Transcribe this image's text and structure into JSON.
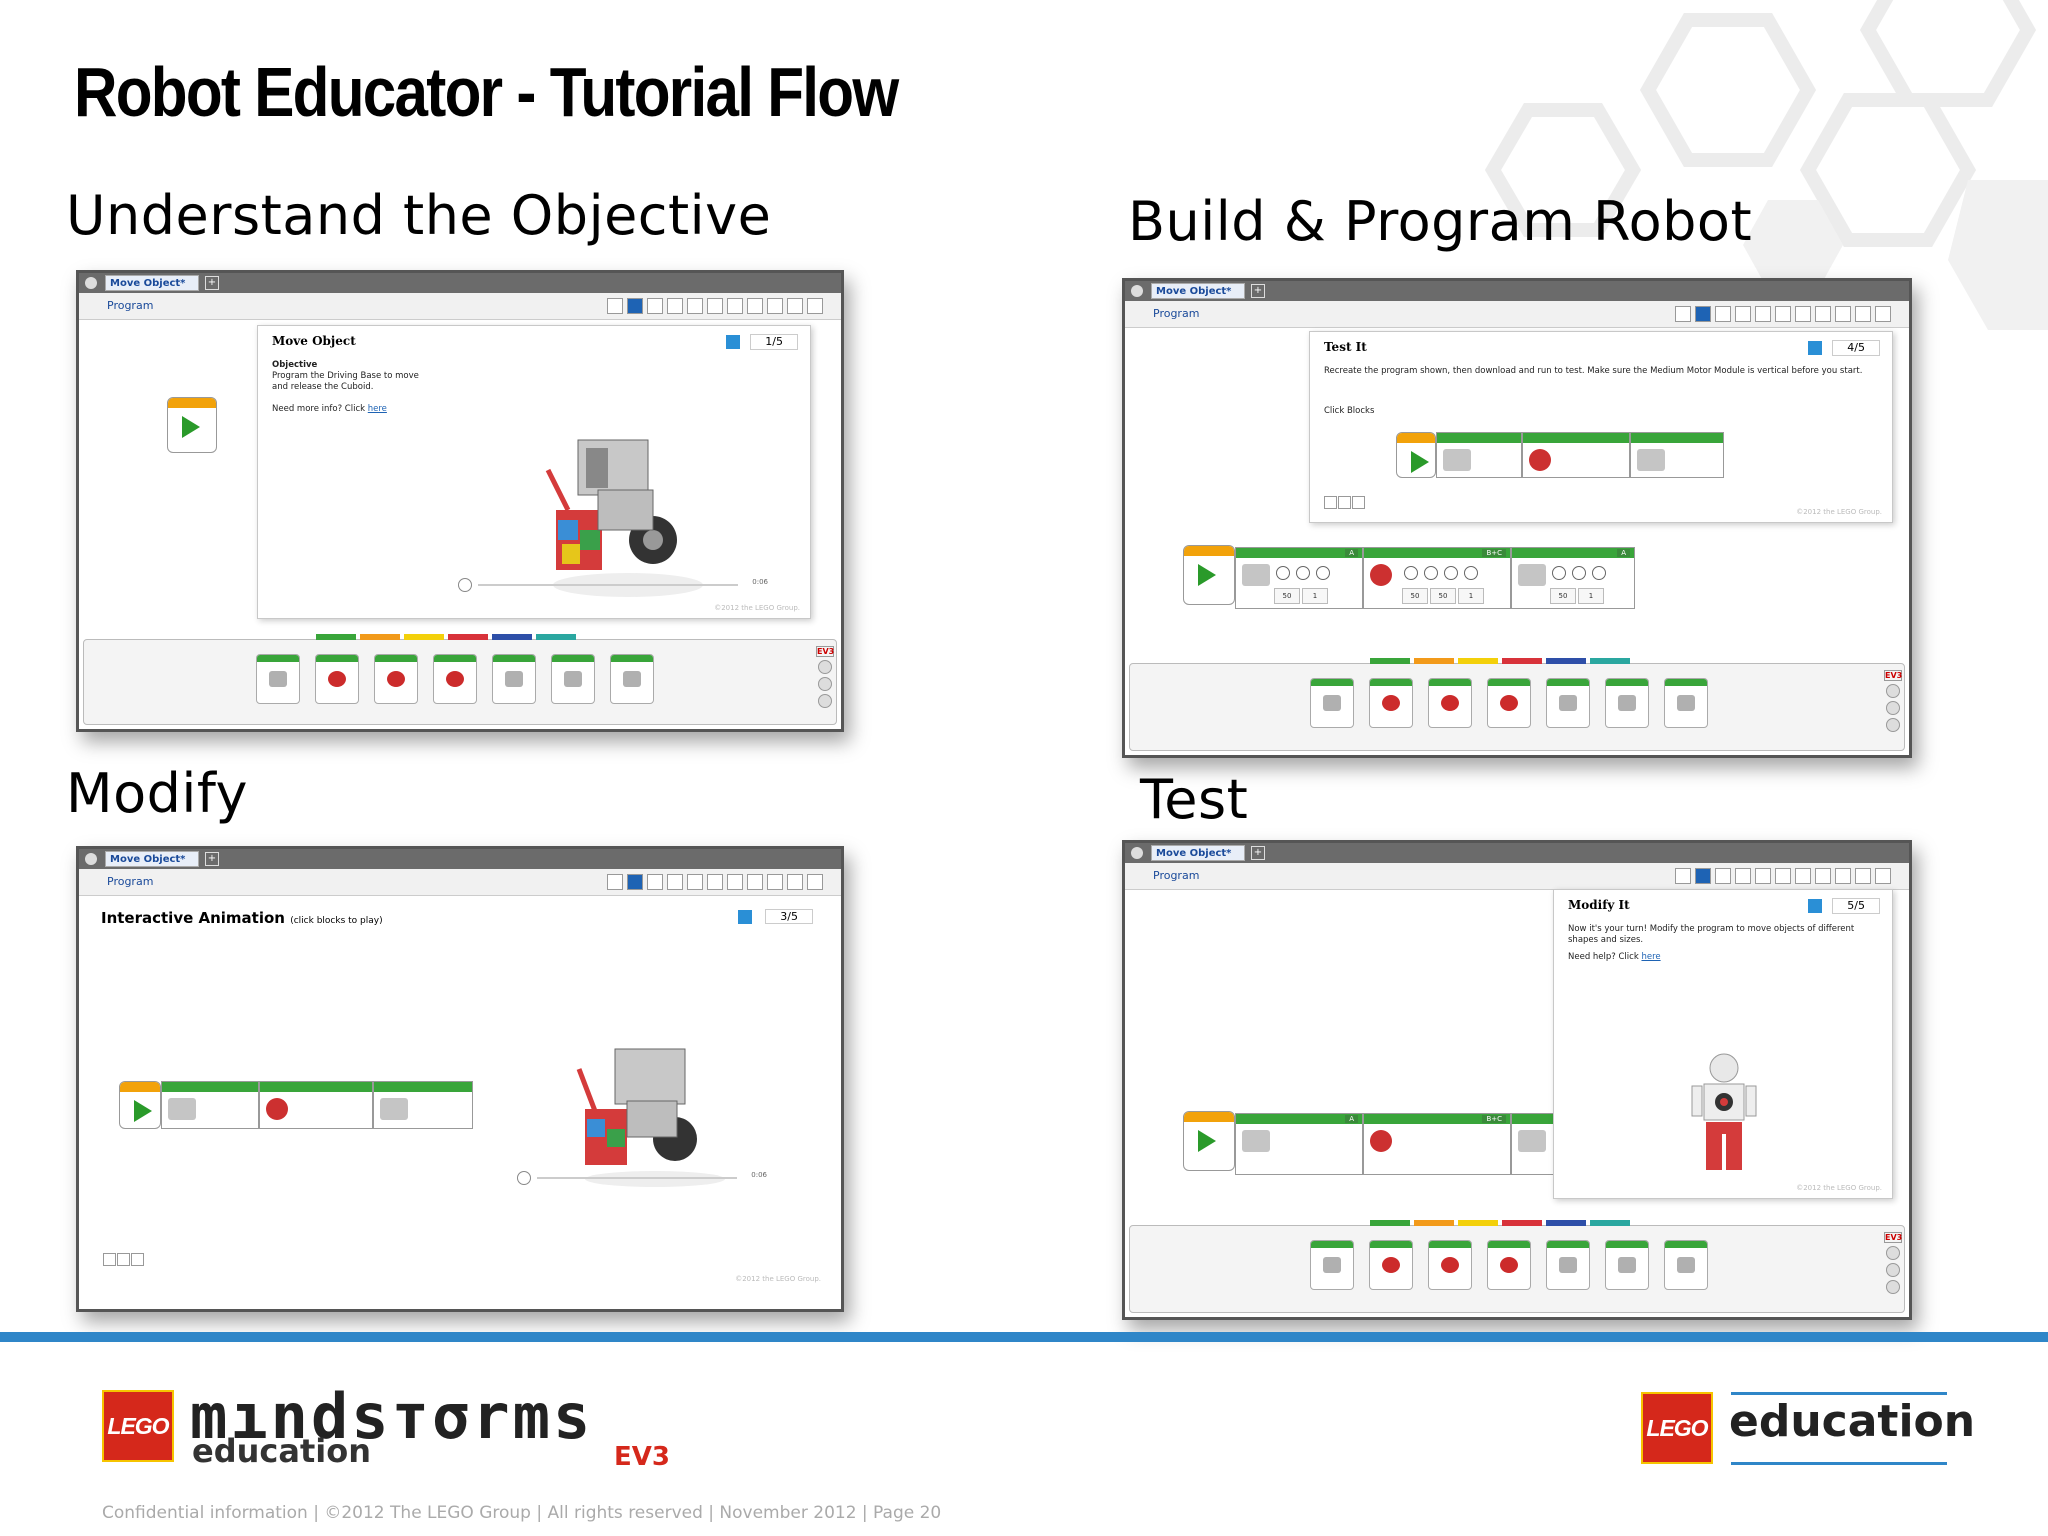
{
  "slide": {
    "title": "Robot Educator - Tutorial Flow",
    "sections": {
      "understand": "Understand the Objective",
      "build": "Build & Program Robot",
      "modify": "Modify",
      "test": "Test"
    }
  },
  "software": {
    "file_tab": "Move Object*",
    "program_tab": "Program",
    "palette_colors": [
      "#39a53a",
      "#f29a1a",
      "#f3d00a",
      "#d8323a",
      "#2e4fa8",
      "#2aa7a0"
    ],
    "ev3_label": "EV3",
    "copyright_small": "©2012 the LEGO Group."
  },
  "screens": {
    "understand": {
      "panel_title": "Move Object",
      "page": "1/5",
      "objective_heading": "Objective",
      "objective_text": "Program the Driving Base to move and release the Cuboid.",
      "more_info": "Need more info? Click",
      "link": "here",
      "video_time": "0:06"
    },
    "build": {
      "panel_title": "Test It",
      "page": "4/5",
      "instruction": "Recreate the program shown, then download and run to test. Make sure the Medium Motor Module is vertical before you start.",
      "click_blocks": "Click Blocks",
      "ports": [
        "A",
        "B+C",
        "A"
      ],
      "values": [
        "50",
        "1",
        "50",
        "50",
        "1",
        "50",
        "1"
      ]
    },
    "modify": {
      "heading": "Interactive Animation",
      "heading_note": "(click blocks to play)",
      "page": "3/5",
      "video_time": "0:06"
    },
    "test": {
      "panel_title": "Modify It",
      "page": "5/5",
      "text": "Now it's your turn! Modify the program to move objects of different shapes and sizes.",
      "help": "Need help? Click",
      "link": "here"
    }
  },
  "footer": {
    "lego": "LEGO",
    "mindstorms": "mındsтσrms",
    "mindstorms_edu": "education",
    "ev3": "EV3",
    "education": "education",
    "confidential": "Confidential information | ©2012 The LEGO Group | All rights reserved | November 2012 | Page  20"
  }
}
